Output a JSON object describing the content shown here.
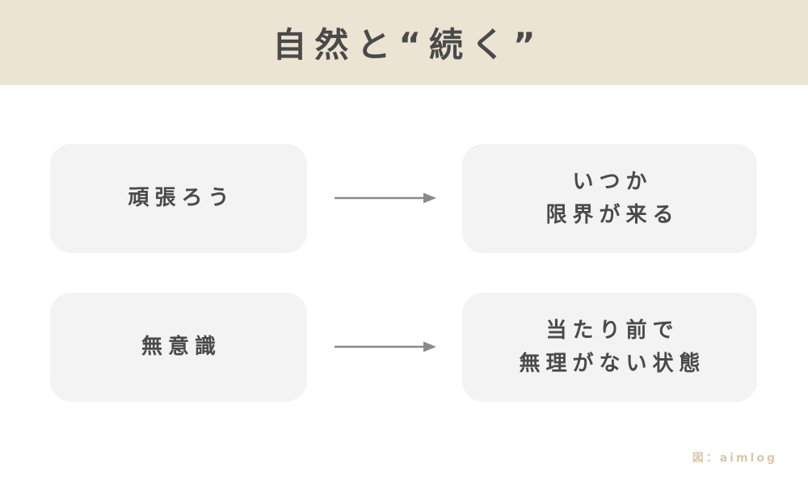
{
  "header": {
    "title": "自然と“続く”"
  },
  "diagram": {
    "rows": [
      {
        "left_label": "頑張ろう",
        "right_line1": "いつか",
        "right_line2": "限界が来る"
      },
      {
        "left_label": "無意識",
        "right_line1": "当たり前で",
        "right_line2": "無理がない状態"
      }
    ]
  },
  "footer": {
    "credit": "図：aimlog"
  },
  "icons": {
    "arrow": "right-arrow-icon"
  },
  "colors": {
    "header_bg": "#ebe4d3",
    "title_text": "#4a4a4a",
    "box_bg": "#f3f3f3",
    "box_text": "#4a4a4a",
    "arrow": "#8a8a8a",
    "credit_text": "#d9c9a8",
    "page_bg": "#ffffff"
  }
}
